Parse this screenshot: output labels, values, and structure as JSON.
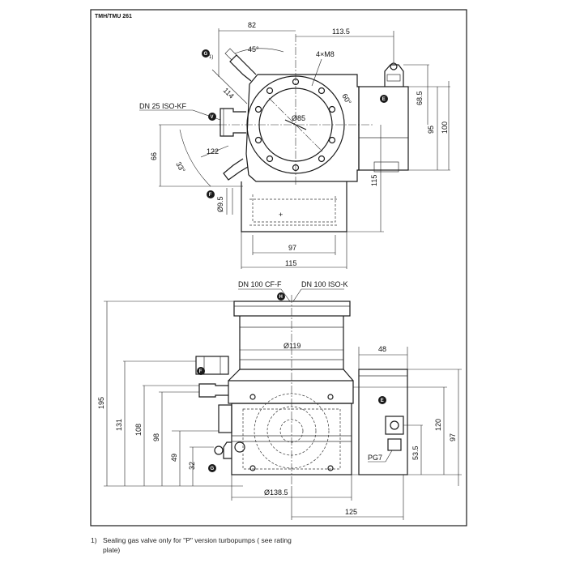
{
  "header": {
    "model": "TMH/TMU 261"
  },
  "top_view": {
    "dims": {
      "d82": "82",
      "d113_5": "113.5",
      "d4xM8": "4×M8",
      "d45": "45°",
      "d60": "60°",
      "d114": "114",
      "d85": "Ø85",
      "d68_5": "68.5",
      "d95": "95",
      "d100": "100",
      "d66": "66",
      "d122": "122",
      "d33": "33°",
      "d9_5": "Ø9.5",
      "d115v": "115",
      "d97": "97",
      "d115h": "115"
    },
    "labels": {
      "dn25": "DN 25 ISO-KF",
      "note1": "1)"
    }
  },
  "side_view": {
    "dims": {
      "d48": "48",
      "d119": "Ø119",
      "d195": "195",
      "d131": "131",
      "d108": "108",
      "d98": "98",
      "d49": "49",
      "d32": "32",
      "d138_5": "Ø138.5",
      "d120": "120",
      "d97": "97",
      "d53_5": "53.5",
      "d125": "125"
    },
    "labels": {
      "cf": "DN 100 CF-F",
      "isok": "DN 100 ISO-K",
      "pg7": "PG7"
    }
  },
  "markers": {
    "G": "G",
    "V": "V",
    "F": "F",
    "E": "E",
    "H": "H"
  },
  "footnote": {
    "num": "1)",
    "text": "Sealing gas valve only for \"P\" version turbopumps ( see rating plate)"
  }
}
